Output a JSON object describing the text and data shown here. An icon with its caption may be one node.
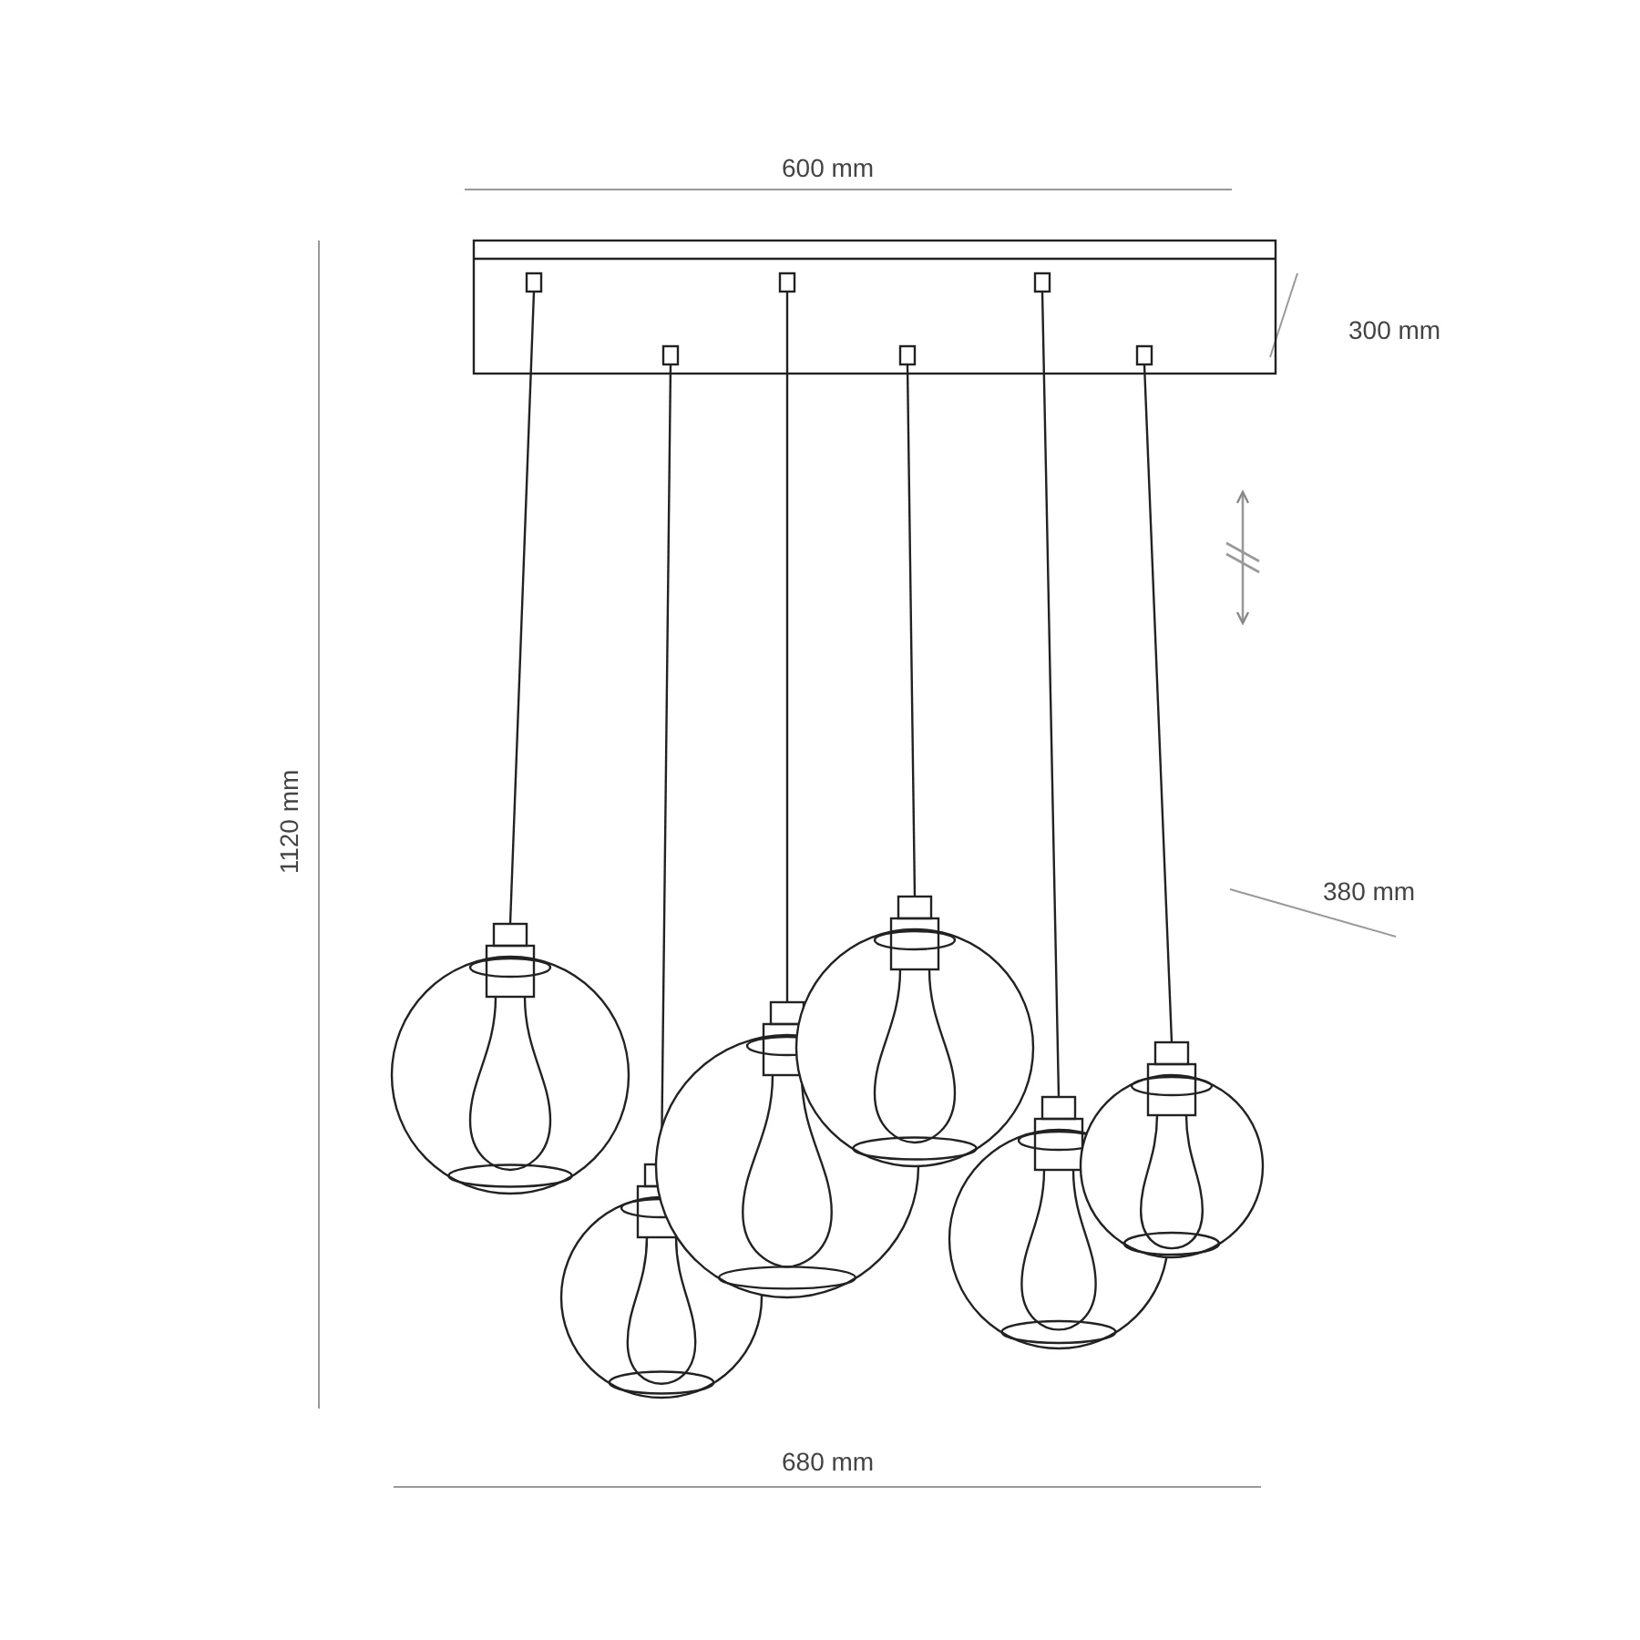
{
  "diagram": {
    "labels": [
      "600 mm",
      "300 mm",
      "1120 mm",
      "380 mm",
      "680 mm"
    ]
  }
}
